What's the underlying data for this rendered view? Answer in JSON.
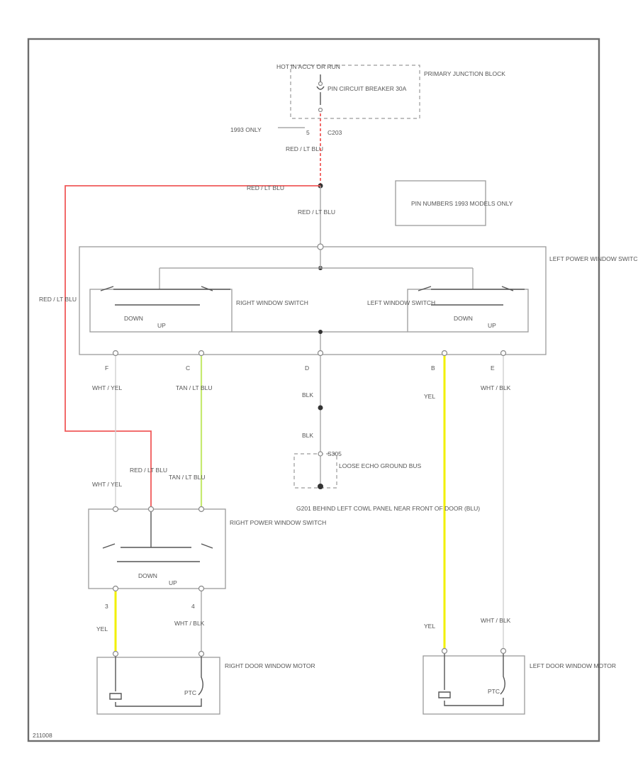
{
  "title": "",
  "labels": {
    "power_header": "HOT IN ACCY OR RUN",
    "fuse_block": "PRIMARY JUNCTION BLOCK",
    "breaker": "PIN CIRCUIT BREAKER 30A",
    "year_note": "1993 ONLY",
    "conn_c203": "C203",
    "conn_5": "5",
    "wire_red_ltblu": "RED / LT BLU",
    "pin_note": "PIN NUMBERS 1993 MODELS ONLY",
    "left_switch": "LEFT POWER WINDOW SWITCH",
    "right_window_switch": "RIGHT WINDOW SWITCH",
    "left_window_switch": "LEFT WINDOW SWITCH",
    "down": "DOWN",
    "up": "UP",
    "pin_f": "F",
    "pin_c": "C",
    "pin_d": "D",
    "pin_b": "B",
    "pin_e": "E",
    "wht_yel": "WHT / YEL",
    "tan_ltblu": "TAN / LT BLU",
    "blk": "BLK",
    "yel": "YEL",
    "wht_blk": "WHT / BLK",
    "ground_s": "S305",
    "ground_bus": "LOOSE ECHO GROUND BUS",
    "ground_loc": "G201 BEHIND LEFT COWL PANEL NEAR FRONT OF DOOR (BLU)",
    "right_pw_switch": "RIGHT POWER WINDOW SWITCH",
    "pin_3": "3",
    "pin_4": "4",
    "right_motor": "RIGHT DOOR WINDOW MOTOR",
    "left_motor": "LEFT DOOR WINDOW MOTOR",
    "thermal": "PTC",
    "footer_code": "211008"
  },
  "colors": {
    "red_wire": "#f05a5a",
    "yellow_wire": "#f2f000",
    "green_wire": "#c6ea70",
    "frame": "#6d6d6d"
  }
}
